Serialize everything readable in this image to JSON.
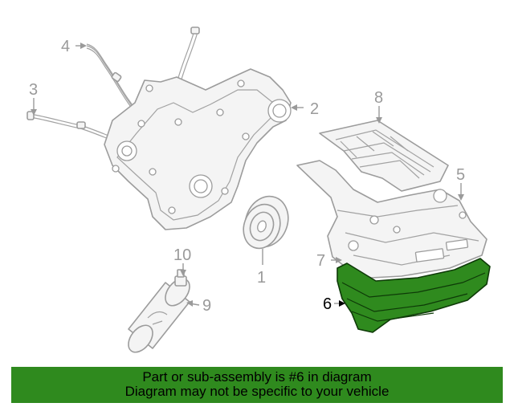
{
  "diagram": {
    "highlighted_part": "6",
    "callouts": [
      {
        "id": "c1",
        "label": "1"
      },
      {
        "id": "c2",
        "label": "2"
      },
      {
        "id": "c3",
        "label": "3"
      },
      {
        "id": "c4",
        "label": "4"
      },
      {
        "id": "c5",
        "label": "5"
      },
      {
        "id": "c6",
        "label": "6"
      },
      {
        "id": "c7",
        "label": "7"
      },
      {
        "id": "c8",
        "label": "8"
      },
      {
        "id": "c9",
        "label": "9"
      },
      {
        "id": "c10",
        "label": "10"
      }
    ],
    "colors": {
      "highlight": "#2f8a1e",
      "line": "#9c9c9c",
      "background": "#ffffff"
    }
  },
  "banner": {
    "line1": "Part or sub-assembly is #6 in diagram",
    "line2": "Diagram may not be specific to your vehicle",
    "color": "#2f8a1e"
  }
}
